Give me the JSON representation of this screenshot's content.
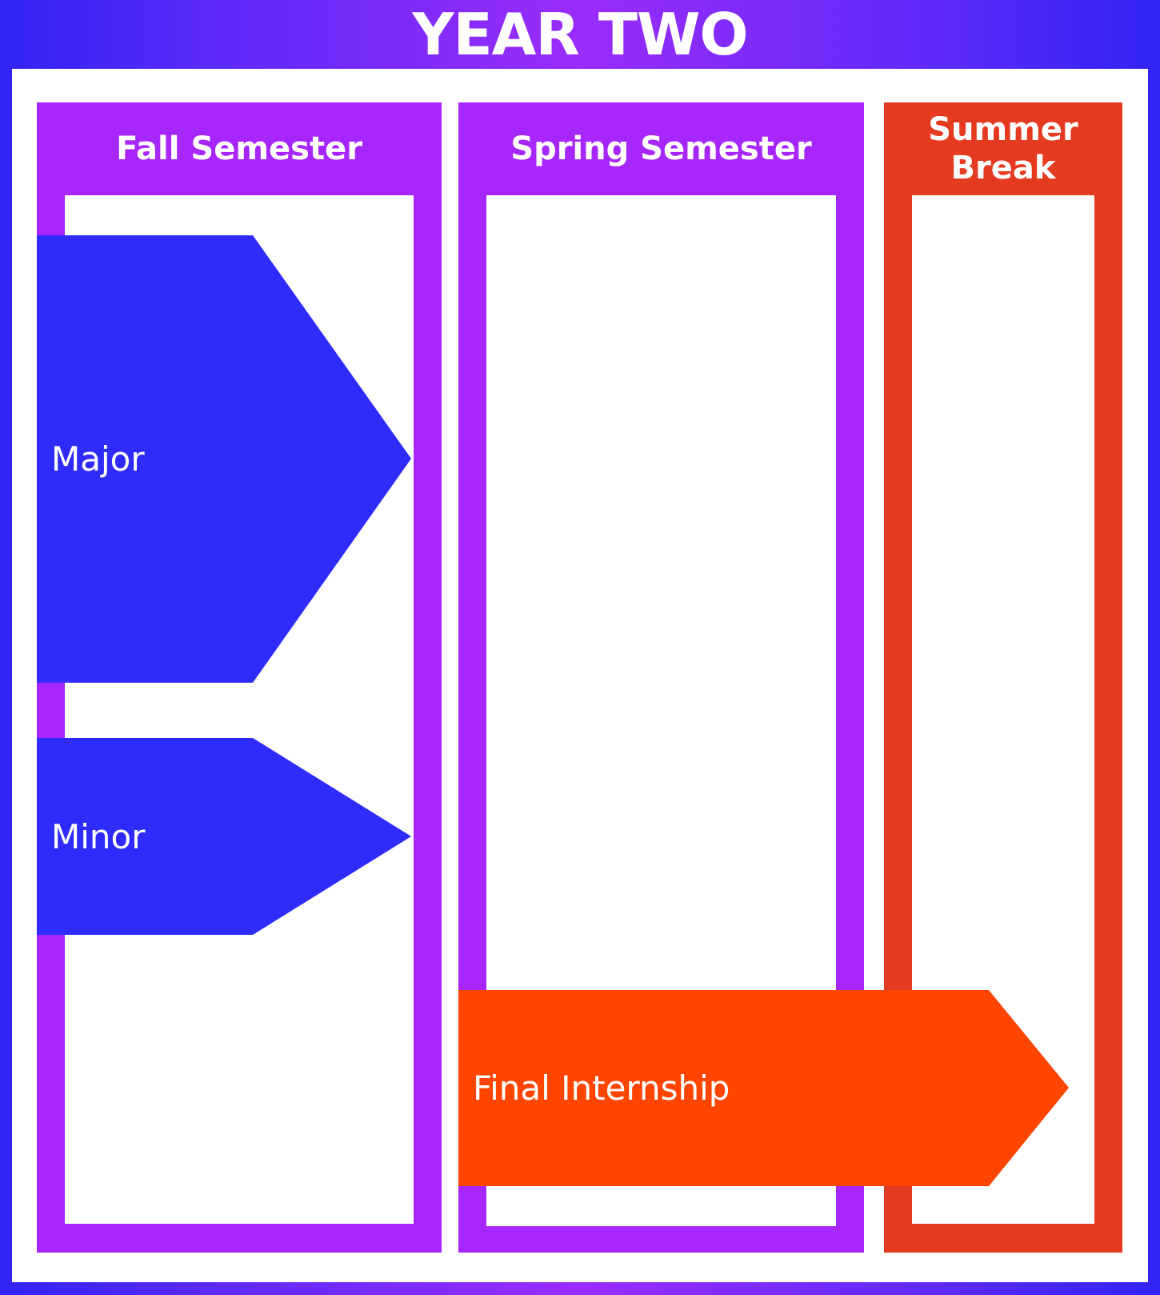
{
  "title": "YEAR TWO",
  "columns": {
    "fall": {
      "label": "Fall Semester"
    },
    "spring": {
      "label": "Spring Semester"
    },
    "summer": {
      "label": "Summer Break"
    }
  },
  "arrows": {
    "major": {
      "label": "Major"
    },
    "minor": {
      "label": "Minor"
    },
    "internship": {
      "label": "Final Internship"
    }
  },
  "colors": {
    "frame_blue": "#3024f5",
    "frame_purple": "#9b2cfb",
    "column_purple": "#a726fb",
    "column_red": "#e43a20",
    "arrow_blue": "#2f2bfb",
    "arrow_orange": "#ff4500"
  }
}
